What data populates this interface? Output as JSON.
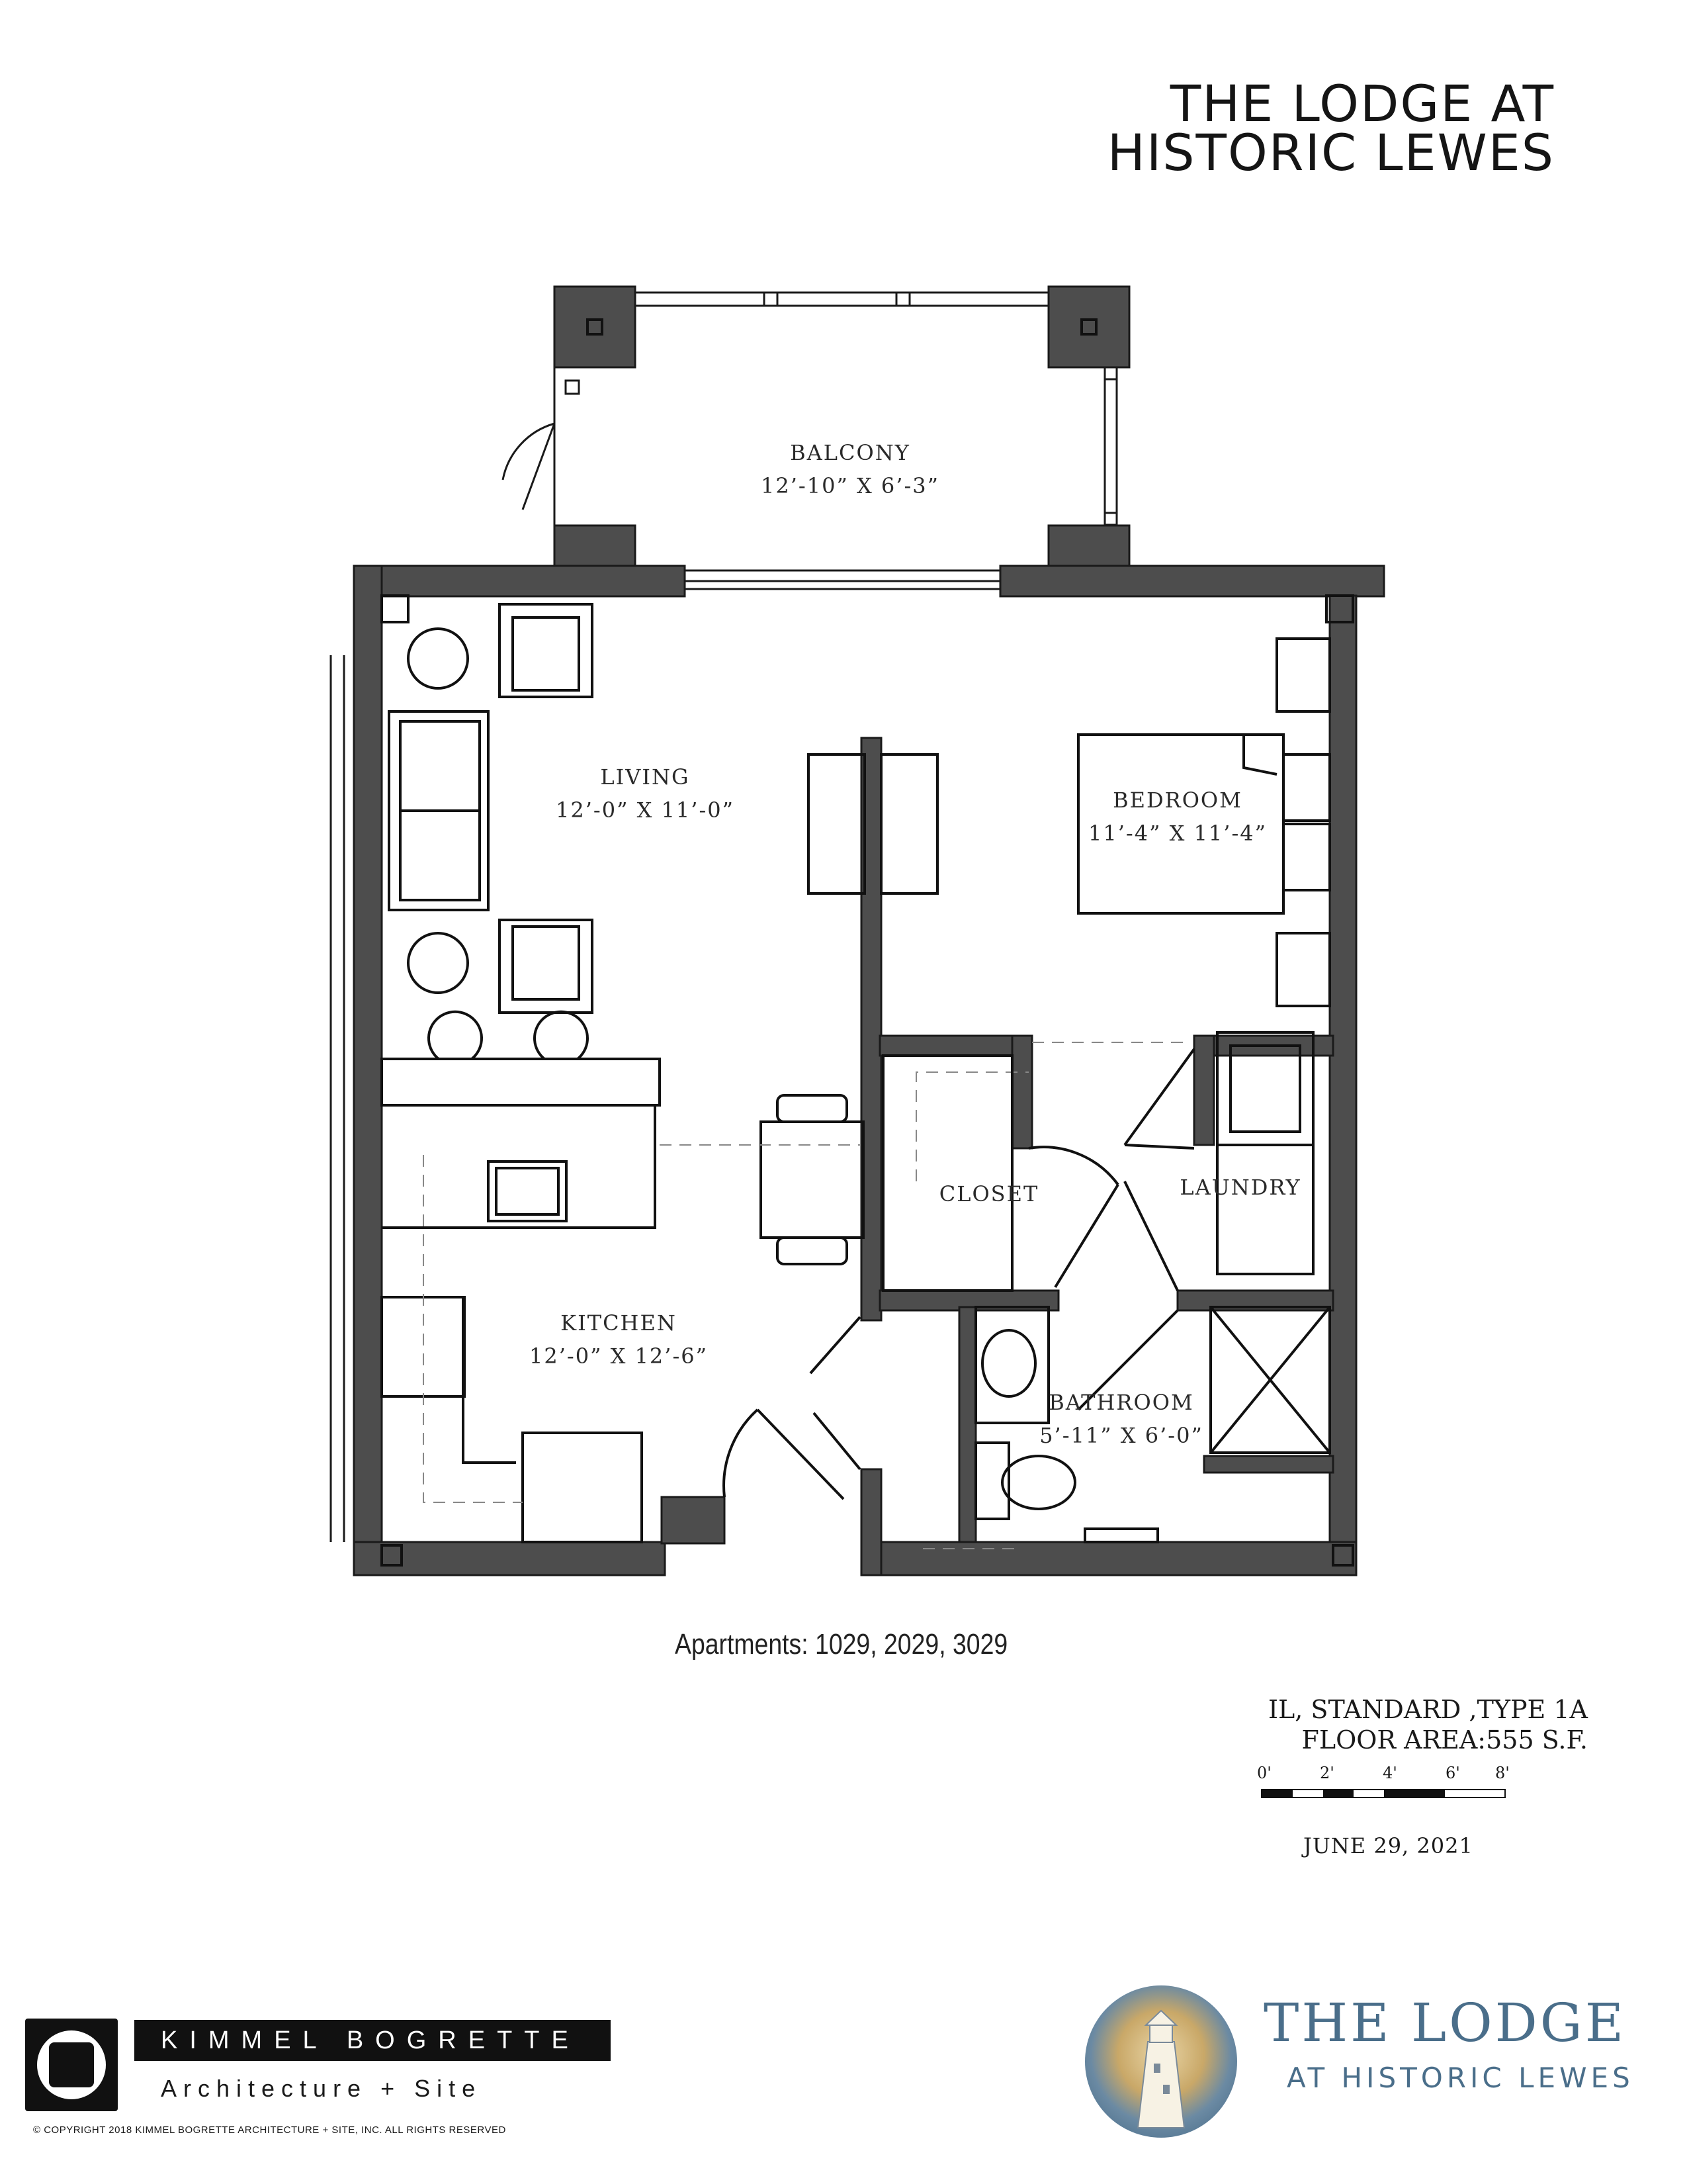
{
  "header": {
    "title_line1": "THE LODGE AT",
    "title_line2": "HISTORIC LEWES"
  },
  "rooms": [
    {
      "name": "BALCONY",
      "size": "12’-10” X 6’-3”"
    },
    {
      "name": "LIVING",
      "size": "12’-0” X 11’-0”"
    },
    {
      "name": "BEDROOM",
      "size": "11’-4” X 11’-4”"
    },
    {
      "name": "CLOSET",
      "size": ""
    },
    {
      "name": "LAUNDRY",
      "size": ""
    },
    {
      "name": "KITCHEN",
      "size": "12’-0” X 12’-6”"
    },
    {
      "name": "BATHROOM",
      "size": "5’-11” X 6’-0”"
    }
  ],
  "apartments": "Apartments: 1029, 2029, 3029",
  "unit": {
    "type": "IL, STANDARD ,TYPE 1A",
    "area": "FLOOR AREA:555 S.F."
  },
  "scale": {
    "ticks": [
      "0'",
      "2'",
      "4'",
      "6'",
      "8'"
    ]
  },
  "date": "JUNE 29, 2021",
  "architect": {
    "name": "KIMMEL BOGRETTE",
    "subtitle": "Architecture + Site",
    "copyright": "©    COPYRIGHT 2018 KIMMEL BOGRETTE ARCHITECTURE + SITE, INC. ALL RIGHTS RESERVED"
  },
  "brand": {
    "name_line1": "THE LODGE",
    "name_line2": "AT HISTORIC LEWES"
  },
  "colors": {
    "wall": "#4d4d4d",
    "line": "#1a1a1a",
    "brand": "#4a6e8a"
  }
}
